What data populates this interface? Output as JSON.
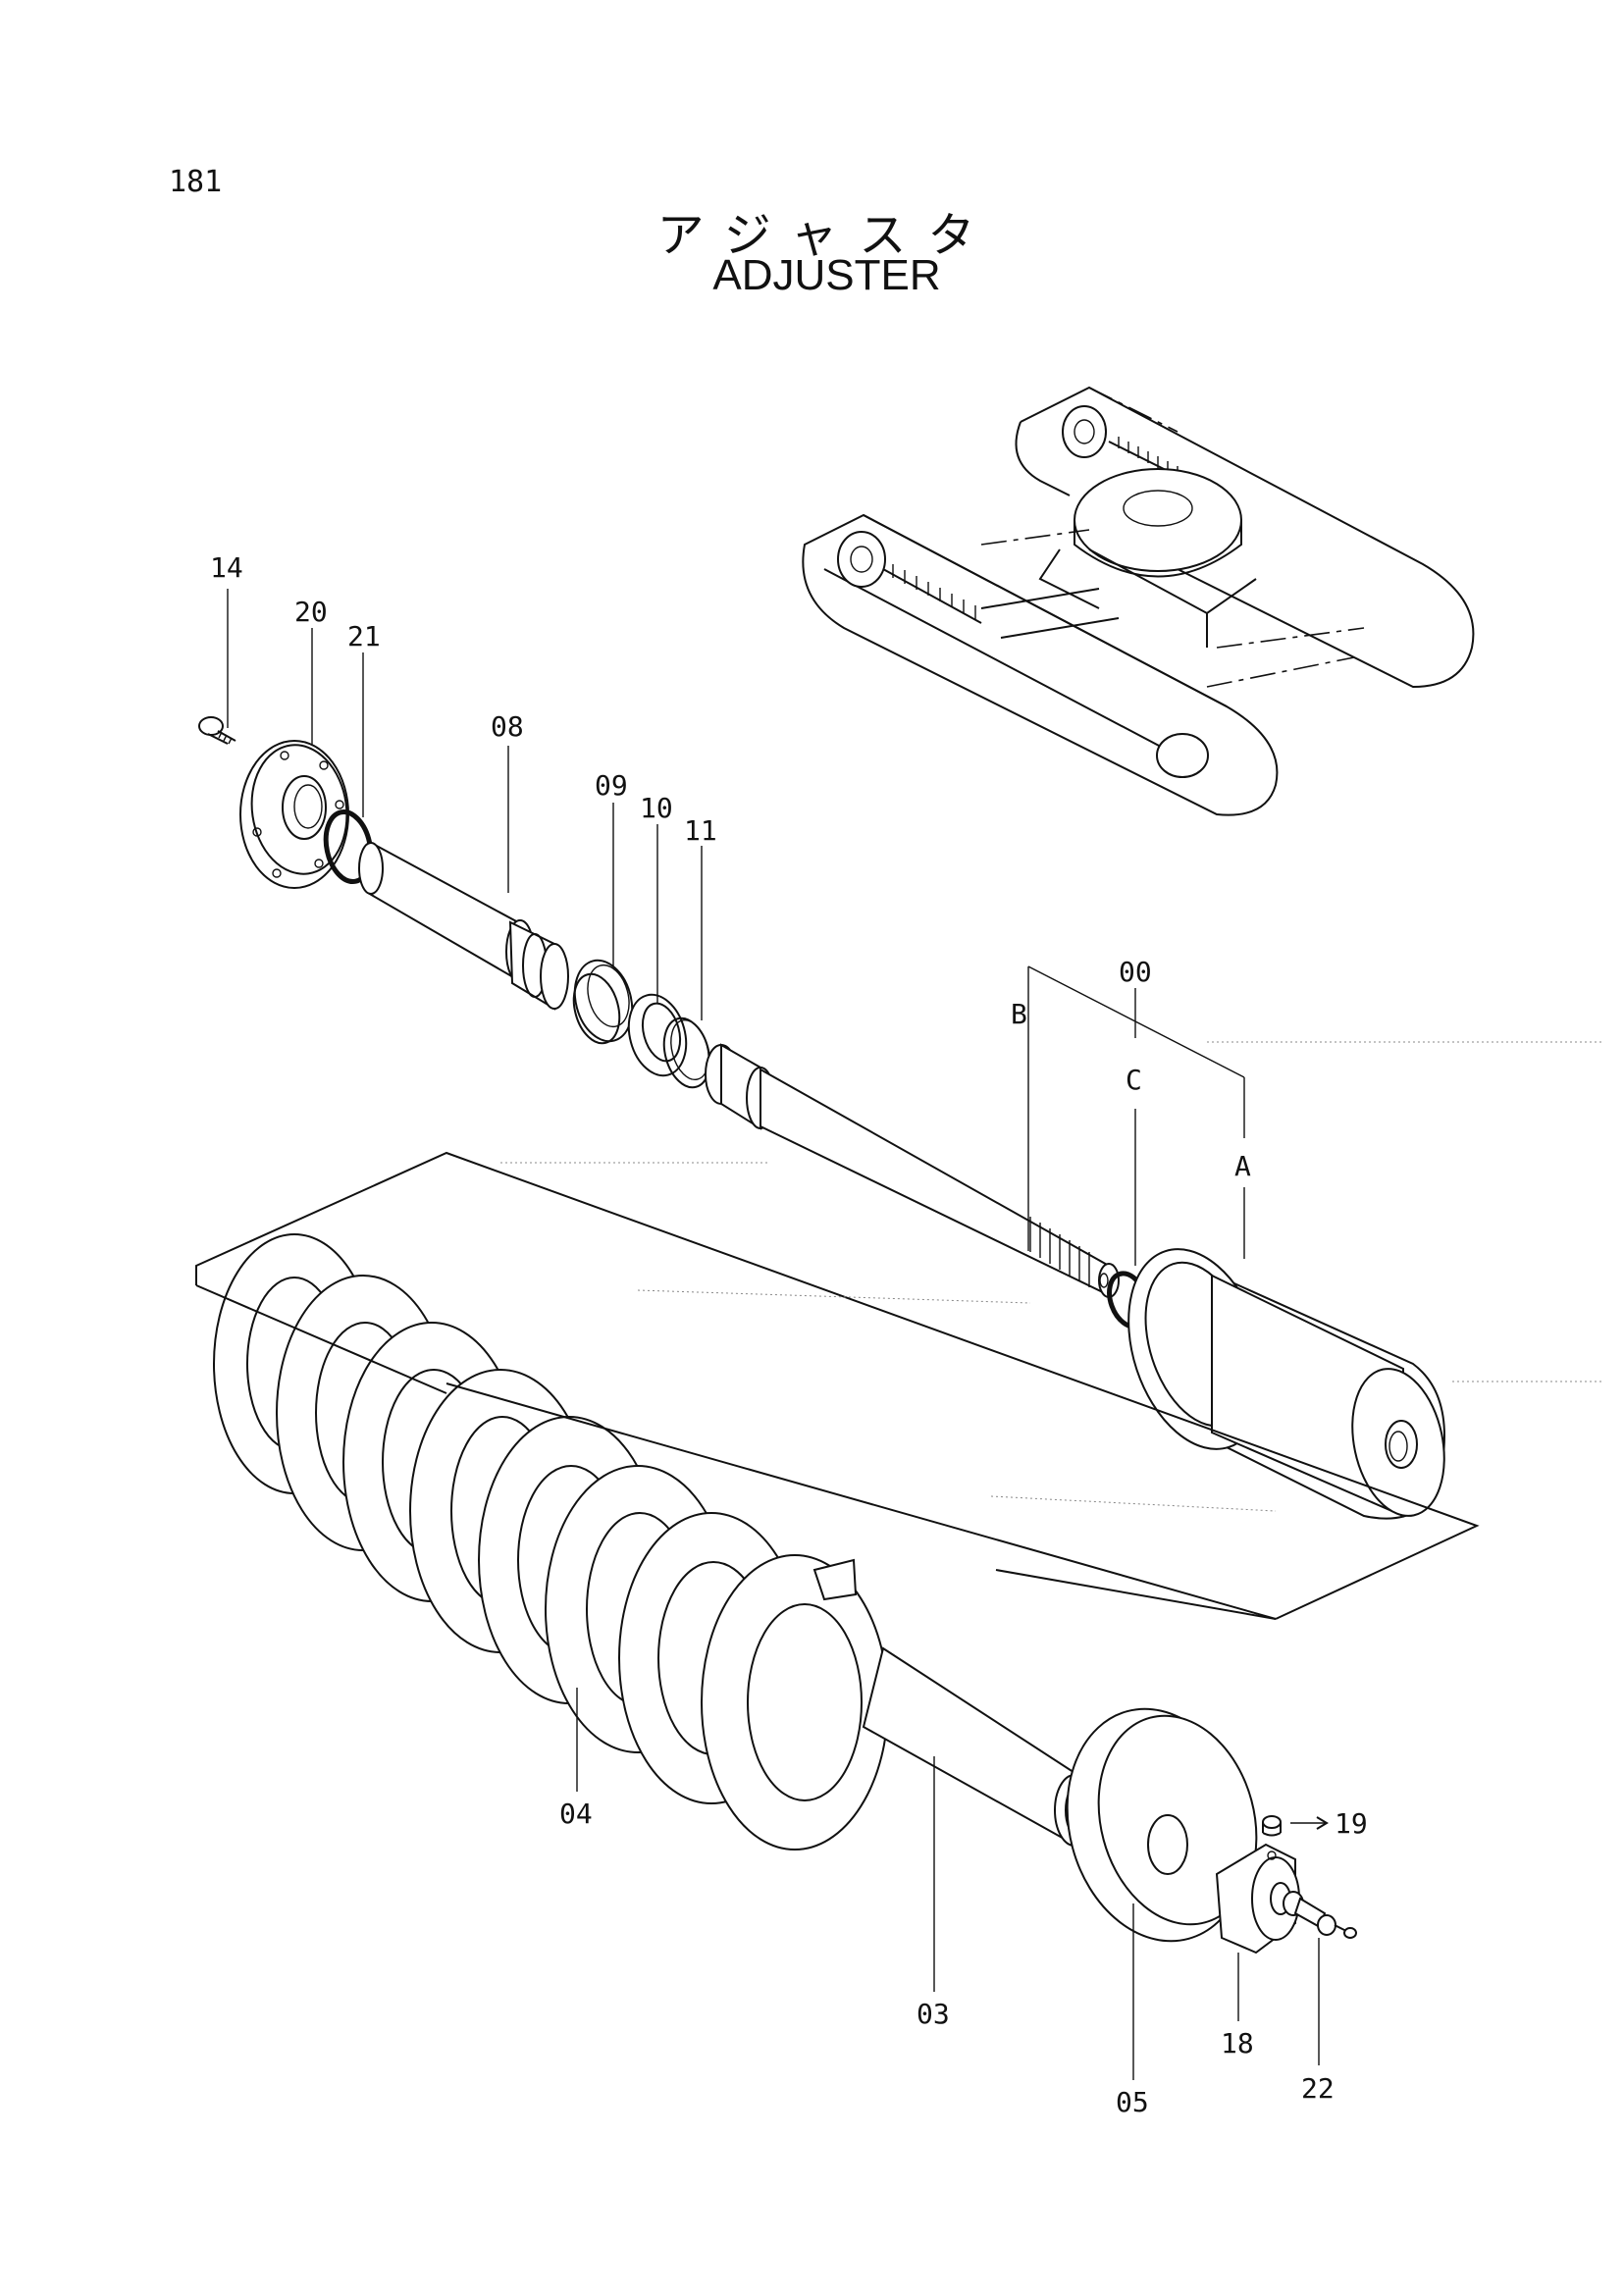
{
  "page": {
    "number": "181",
    "title_jp": "アジャスタ",
    "title_en": "ADJUSTER"
  },
  "callouts": {
    "c14": "14",
    "c20": "20",
    "c21": "21",
    "c08": "08",
    "c09": "09",
    "c10": "10",
    "c11": "11",
    "c00": "00",
    "cB": "B",
    "cC": "C",
    "cA": "A",
    "c04": "04",
    "c03": "03",
    "c19": "19",
    "c18": "18",
    "c22": "22",
    "c05": "05"
  },
  "icons": {
    "undercarriage": "crawler-undercarriage-icon"
  }
}
